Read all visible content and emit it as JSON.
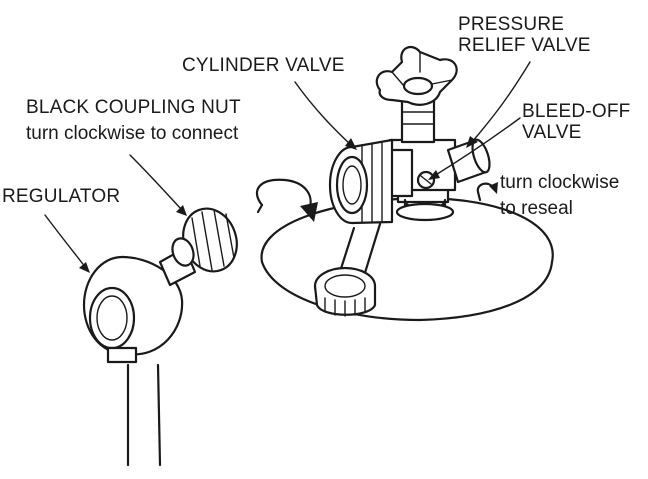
{
  "labels": {
    "pressure_relief_valve_line1": "PRESSURE",
    "pressure_relief_valve_line2": "RELIEF VALVE",
    "cylinder_valve": "CYLINDER VALVE",
    "bleed_off_valve_line1": "BLEED-OFF",
    "bleed_off_valve_line2": "VALVE",
    "black_coupling_nut": "BLACK COUPLING NUT",
    "coupling_instruction": "turn clockwise to connect",
    "regulator": "REGULATOR",
    "reseal_line1": "turn clockwise",
    "reseal_line2": "to reseal"
  },
  "colors": {
    "line": "#1a1a1a",
    "background": "#ffffff"
  }
}
